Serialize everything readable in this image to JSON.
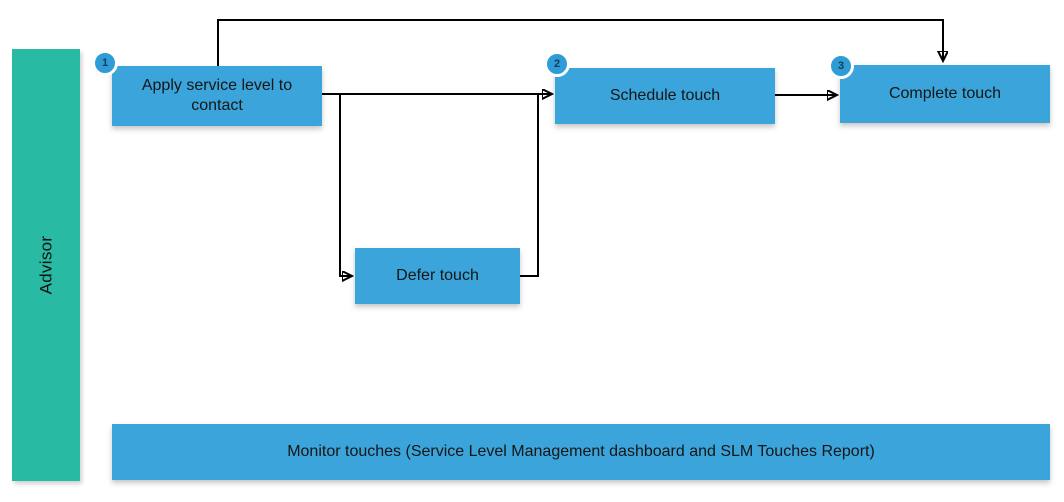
{
  "lane": {
    "label": "Advisor"
  },
  "steps": [
    {
      "number": "1",
      "label": "Apply service level to contact"
    },
    {
      "number": "2",
      "label": "Schedule touch"
    },
    {
      "number": "3",
      "label": "Complete touch"
    }
  ],
  "defer": {
    "label": "Defer touch"
  },
  "monitor": {
    "label": "Monitor touches (Service Level Management dashboard and SLM Touches Report)"
  },
  "colors": {
    "box_blue": "#3AA4DB",
    "badge_blue": "#2D9CD7",
    "lane_green": "#28BAA3",
    "connector": "#000000",
    "badge_text": "#1D3A53",
    "box_text": "#161616"
  }
}
